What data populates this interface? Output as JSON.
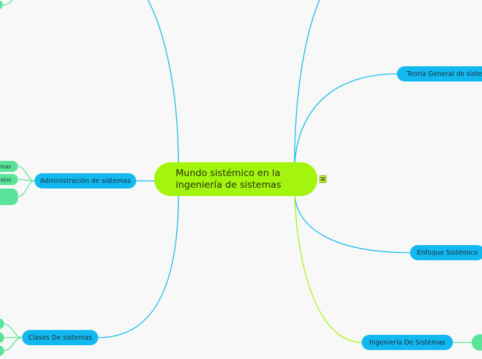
{
  "central": {
    "line1": "Mundo sistémico en la",
    "line2": "ingeniería de sistemas"
  },
  "nodes": {
    "admin": "Administración de sistemas",
    "clases": "Clases De sistemas",
    "teoria": "Teoría General de sistemas",
    "enfoque": "Enfoque Sistémico",
    "ingenieria": "Ingeniería De Sistemas"
  },
  "leaves": {
    "admin_1": "mas",
    "admin_2": "ejos"
  },
  "icons": {
    "notes": "notes-icon"
  },
  "colors": {
    "central": "#a4f50d",
    "branch": "#12b8f0",
    "leaf": "#5ce39a",
    "ingenieria_line": "#a4f50d"
  }
}
